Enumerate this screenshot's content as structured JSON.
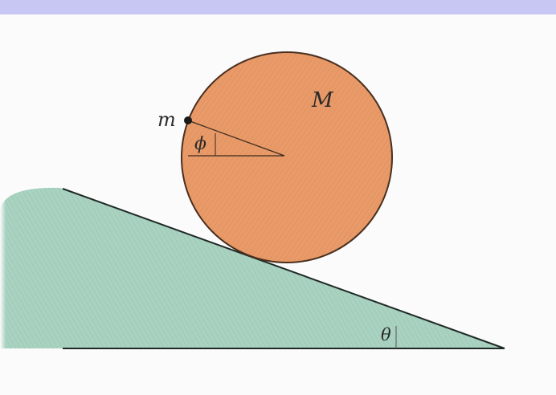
{
  "labels": {
    "large_mass": "M",
    "small_mass": "m",
    "mass_angle": "ϕ",
    "incline_angle": "θ"
  },
  "colors": {
    "header_band": "#c8c6f2",
    "cylinder_fill": "#e89a68",
    "cylinder_stroke": "#4a3020",
    "incline_fill": "#a9d2c0",
    "incline_edge": "#1f2a26",
    "background": "#fbfbfb"
  }
}
